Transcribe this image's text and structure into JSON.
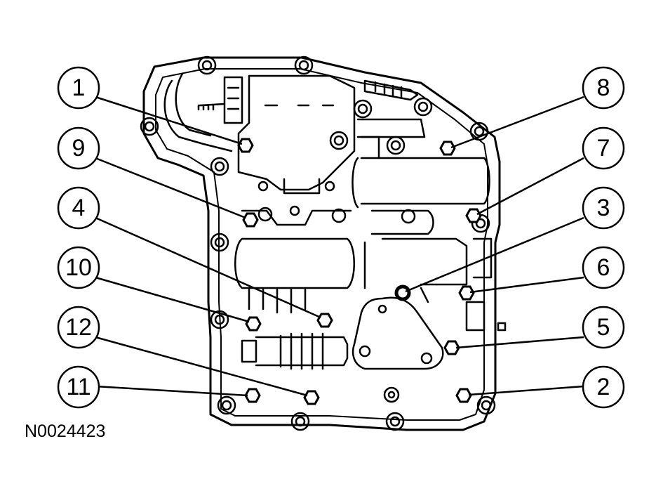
{
  "figure_code": "N0024423",
  "callouts": [
    {
      "label": "1"
    },
    {
      "label": "9"
    },
    {
      "label": "4"
    },
    {
      "label": "10"
    },
    {
      "label": "12"
    },
    {
      "label": "11"
    },
    {
      "label": "8"
    },
    {
      "label": "7"
    },
    {
      "label": "3"
    },
    {
      "label": "6"
    },
    {
      "label": "5"
    },
    {
      "label": "2"
    }
  ],
  "colors": {
    "line": "#000000",
    "background": "#ffffff"
  }
}
